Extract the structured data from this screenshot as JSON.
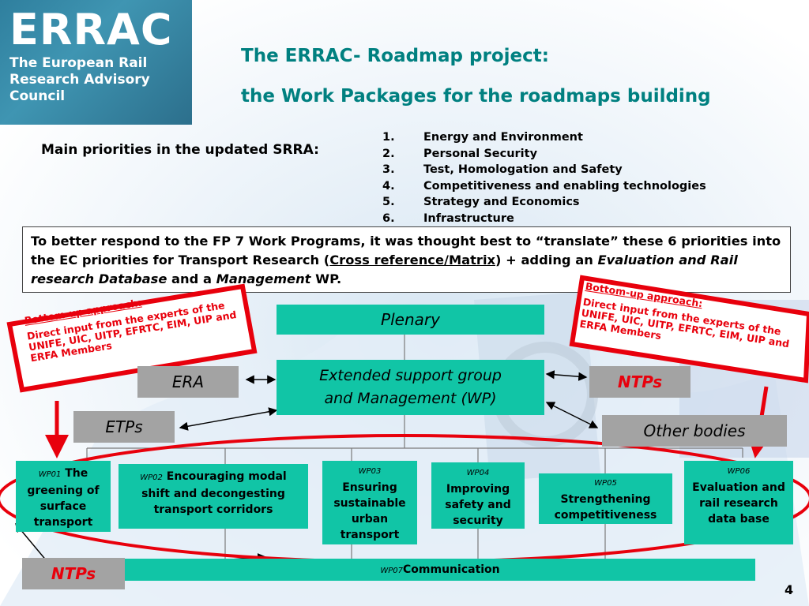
{
  "logo": {
    "wordmark": "ERRAC",
    "subtitle": "The European Rail Research Advisory Council"
  },
  "title": {
    "line1": "The ERRAC- Roadmap project:",
    "line2": "the Work Packages for the roadmaps building"
  },
  "priorities": {
    "label": "Main priorities in the updated SRRA:",
    "items": [
      {
        "num": "1.",
        "text": "Energy and Environment"
      },
      {
        "num": "2.",
        "text": "Personal Security"
      },
      {
        "num": "3.",
        "text": "Test, Homologation and Safety"
      },
      {
        "num": "4.",
        "text": "Competitiveness and enabling technologies"
      },
      {
        "num": "5.",
        "text": "Strategy and Economics"
      },
      {
        "num": "6.",
        "text": "Infrastructure"
      }
    ]
  },
  "intro": {
    "part1": "To better respond to the FP 7 Work Programs, it was thought best to “translate” these 6 priorities into the EC priorities for Transport Research (",
    "link": "Cross reference/Matrix",
    "part2": ") + adding an ",
    "italic1": "Evaluation and Rail research Database",
    "part3": " and a ",
    "italic2": "Management",
    "part4": " WP."
  },
  "notes": {
    "left": {
      "heading": "Bottom-up approach:",
      "body": "Direct input from the experts of the UNIFE, UIC, UITP, EFRTC, EIM, UIP and ERFA Members"
    },
    "right": {
      "heading": "Bottom-up approach:",
      "body": "Direct input from the experts of the UNIFE, UIC, UITP, EFRTC, EIM, UIP and ERFA Members"
    }
  },
  "diagram": {
    "plenary": "Plenary",
    "esg_line1": "Extended support group",
    "esg_line2": "and Management (WP)",
    "era": "ERA",
    "etps": "ETPs",
    "ntps_right": "NTPs",
    "other_bodies": "Other bodies",
    "ntps_bottom": "NTPs"
  },
  "work_packages": {
    "wp01": {
      "num": "WP01",
      "first": "The",
      "rest": "greening of surface transport"
    },
    "wp02": {
      "num": "WP02",
      "first": "Encouraging modal",
      "rest": "shift and decongesting transport corridors"
    },
    "wp03": {
      "num": "WP03",
      "text": "Ensuring sustainable urban transport"
    },
    "wp04": {
      "num": "WP04",
      "text": "Improving safety and security"
    },
    "wp05": {
      "num": "WP05",
      "text": "Strengthening competitiveness"
    },
    "wp06": {
      "num": "WP06",
      "text": "Evaluation and rail research data base"
    },
    "wp07": {
      "num": "WP07",
      "text": "Communication"
    }
  },
  "page_number": "4",
  "colors": {
    "title": "#008080",
    "box_green": "#11c5a6",
    "box_gray": "#a3a3a3",
    "red": "#e8000c"
  }
}
